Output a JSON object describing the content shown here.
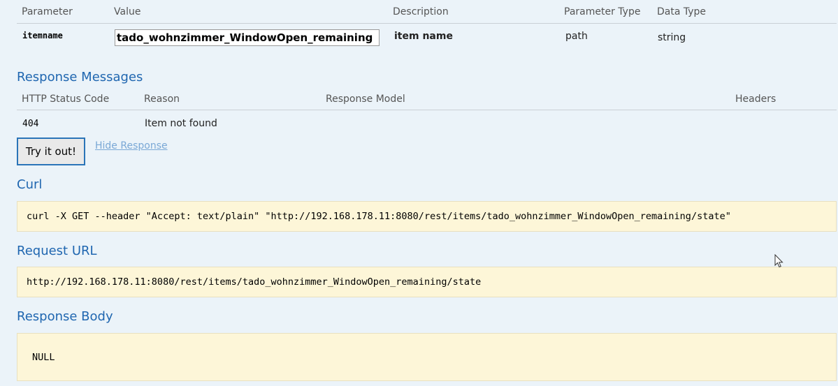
{
  "parameters": {
    "headers": [
      "Parameter",
      "Value",
      "Description",
      "Parameter Type",
      "Data Type"
    ],
    "rows": [
      {
        "name": "itemname",
        "value": "tado_wohnzimmer_WindowOpen_remaining",
        "description": "item name",
        "param_type": "path",
        "data_type": "string"
      }
    ]
  },
  "response_messages": {
    "title": "Response Messages",
    "headers": [
      "HTTP Status Code",
      "Reason",
      "Response Model",
      "Headers"
    ],
    "rows": [
      {
        "code": "404",
        "reason": "Item not found"
      }
    ]
  },
  "actions": {
    "try_label": "Try it out!",
    "hide_label": "Hide Response"
  },
  "curl": {
    "title": "Curl",
    "command": "curl -X GET --header \"Accept: text/plain\" \"http://192.168.178.11:8080/rest/items/tado_wohnzimmer_WindowOpen_remaining/state\""
  },
  "request_url": {
    "title": "Request URL",
    "url": "http://192.168.178.11:8080/rest/items/tado_wohnzimmer_WindowOpen_remaining/state"
  },
  "response_body": {
    "title": "Response Body",
    "body": "NULL"
  },
  "icons": {
    "cursor": "mouse-pointer-icon"
  },
  "colors": {
    "section_title": "#1f66b0",
    "code_bg": "#fdf6d8",
    "page_bg": "#ebf3f9",
    "link": "#7aa8d6"
  }
}
